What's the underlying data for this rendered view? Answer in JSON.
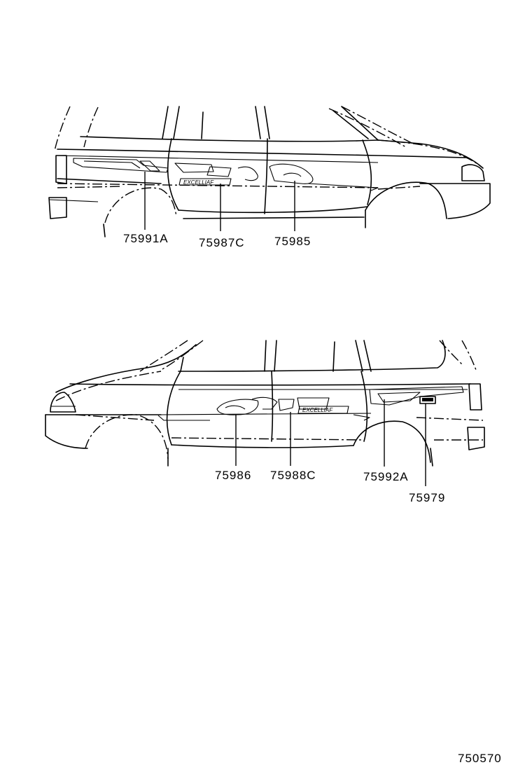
{
  "diagram_code": "750570",
  "upper_view": {
    "callouts": [
      {
        "part_no": "75991A"
      },
      {
        "part_no": "75987C"
      },
      {
        "part_no": "75985"
      }
    ],
    "emblem_text": "EXCELLIAF"
  },
  "lower_view": {
    "callouts": [
      {
        "part_no": "75986"
      },
      {
        "part_no": "75988C"
      },
      {
        "part_no": "75992A"
      },
      {
        "part_no": "75979"
      }
    ],
    "emblem_text": "EXCELLIAF"
  }
}
